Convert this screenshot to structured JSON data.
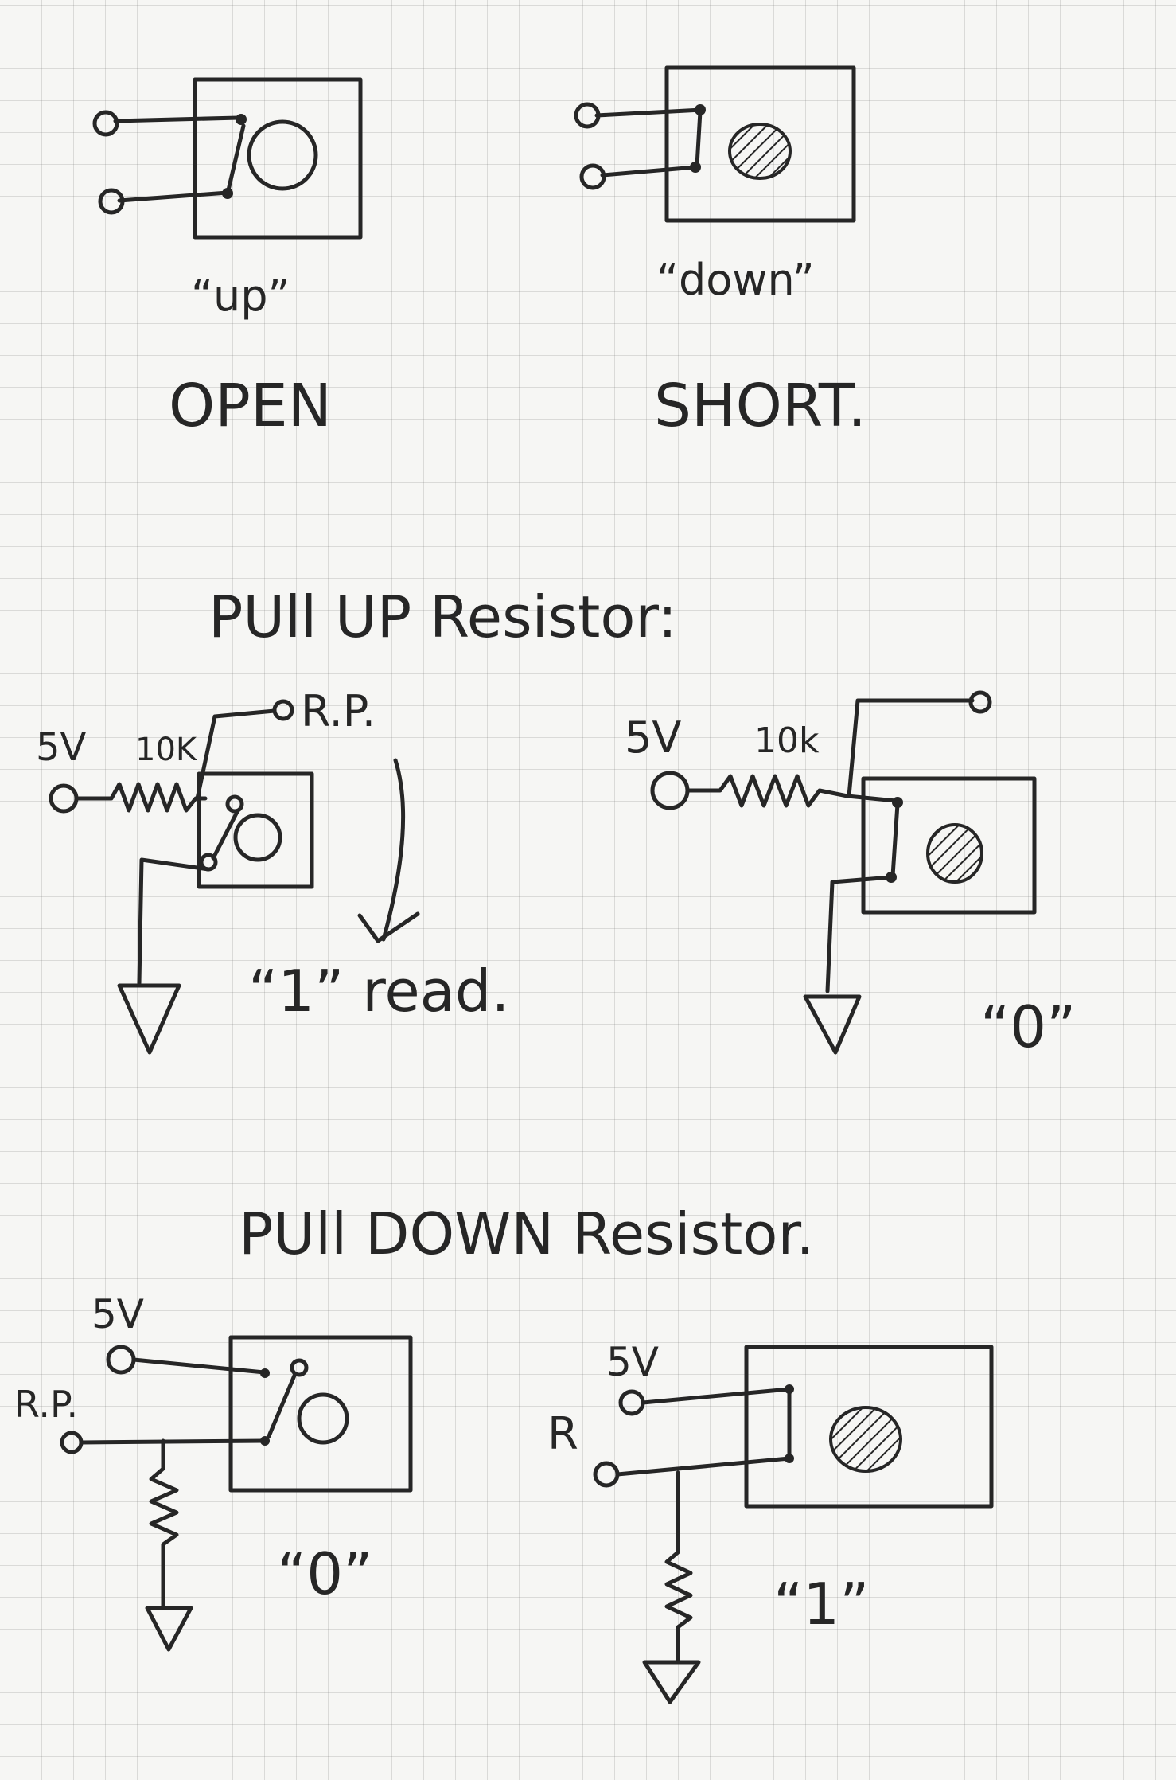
{
  "switch_states": {
    "up": {
      "caption": "“up”",
      "state": "OPEN"
    },
    "down": {
      "caption": "“down”",
      "state": "SHORT."
    }
  },
  "pull_up": {
    "heading": "PUll UP Resistor:",
    "left": {
      "voltage": "5V",
      "resistor": "10K",
      "pin": "R.P.",
      "reading": "“1” read."
    },
    "right": {
      "voltage": "5V",
      "resistor": "10k",
      "reading": "“0”"
    }
  },
  "pull_down": {
    "heading": "PUll DOWN Resistor.",
    "left": {
      "voltage": "5V",
      "pin": "R.P.",
      "reading": "“0”"
    },
    "right": {
      "voltage": "5V",
      "pin": "R",
      "reading": "“1”"
    }
  }
}
